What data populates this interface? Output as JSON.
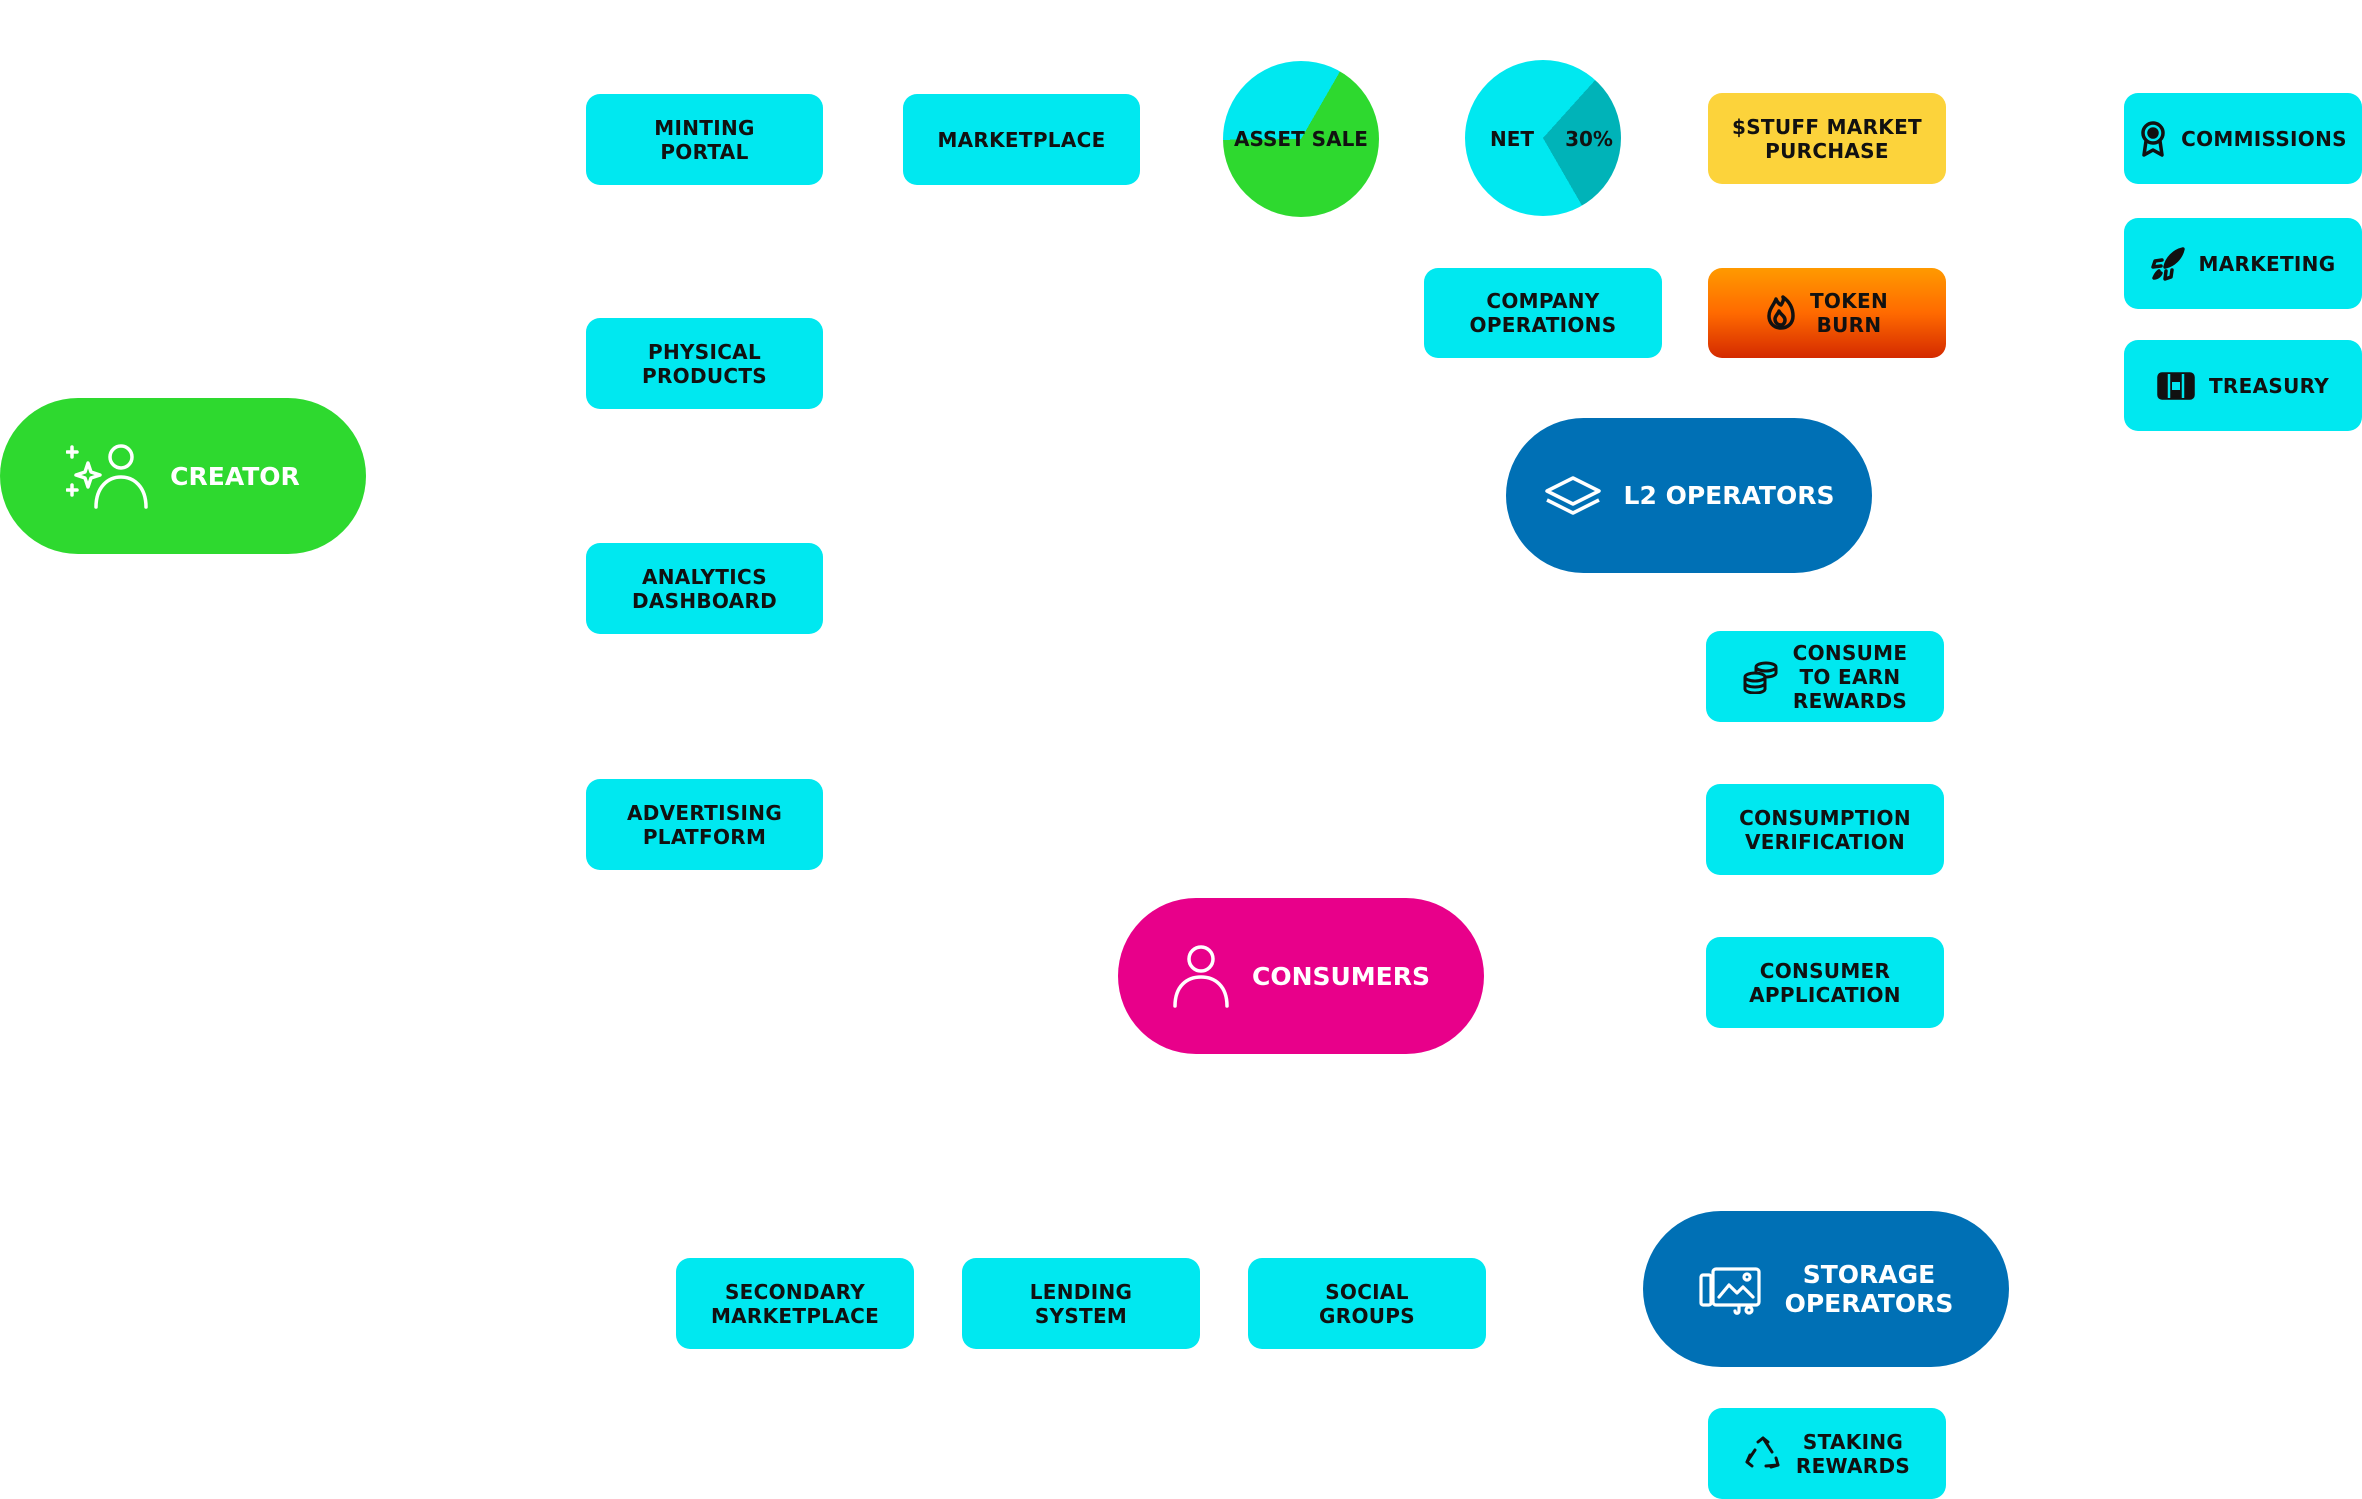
{
  "colors": {
    "cyan": "#00e8f0",
    "green": "#2ed92f",
    "pink": "#e8008a",
    "blue": "#0070b5",
    "yellow": "#fcd33b",
    "teal": "#00b3b8",
    "burn_orange": "#ff6a00"
  },
  "actors": {
    "creator": {
      "label": "CREATOR",
      "icon": "creator-sparkle-user-icon"
    },
    "consumers": {
      "label": "CONSUMERS",
      "icon": "user-icon"
    },
    "l2_operators": {
      "label": "L2 OPERATORS",
      "icon": "layers-icon"
    },
    "storage_operators": {
      "label": "STORAGE\nOPERATORS",
      "icon": "media-gallery-icon"
    }
  },
  "creator_tools": [
    {
      "label": "MINTING\nPORTAL"
    },
    {
      "label": "PHYSICAL\nPRODUCTS"
    },
    {
      "label": "ANALYTICS\nDASHBOARD"
    },
    {
      "label": "ADVERTISING\nPLATFORM"
    }
  ],
  "marketplace": {
    "label": "MARKETPLACE"
  },
  "asset_sale_pie": {
    "label": "ASSET SALE",
    "segments": [
      {
        "color": "#2ed92f",
        "share": 0.665
      },
      {
        "color": "#00e8f0",
        "share": 0.335
      }
    ]
  },
  "net_pie": {
    "label": "NET",
    "share_label": "30%",
    "segments": [
      {
        "color": "#00e8f0",
        "share": 0.7
      },
      {
        "color": "#00b3b8",
        "share": 0.3
      }
    ]
  },
  "company_operations": {
    "label": "COMPANY\nOPERATIONS"
  },
  "stuff_market_purchase": {
    "label": "$STUFF MARKET\nPURCHASE"
  },
  "token_burn": {
    "label": "TOKEN\nBURN",
    "icon": "flame-icon"
  },
  "allocations": [
    {
      "label": "COMMISSIONS",
      "icon": "award-ribbon-icon"
    },
    {
      "label": "MARKETING",
      "icon": "rocket-icon"
    },
    {
      "label": "TREASURY",
      "icon": "treasure-chest-icon"
    }
  ],
  "l2_functions": [
    {
      "label": "CONSUME\nTO EARN\nREWARDS",
      "icon": "coin-stack-icon"
    },
    {
      "label": "CONSUMPTION\nVERIFICATION"
    },
    {
      "label": "CONSUMER\nAPPLICATION"
    }
  ],
  "consumer_features": [
    {
      "label": "SECONDARY\nMARKETPLACE"
    },
    {
      "label": "LENDING\nSYSTEM"
    },
    {
      "label": "SOCIAL\nGROUPS"
    }
  ],
  "staking_rewards": {
    "label": "STAKING\nREWARDS",
    "icon": "recycle-icon"
  }
}
